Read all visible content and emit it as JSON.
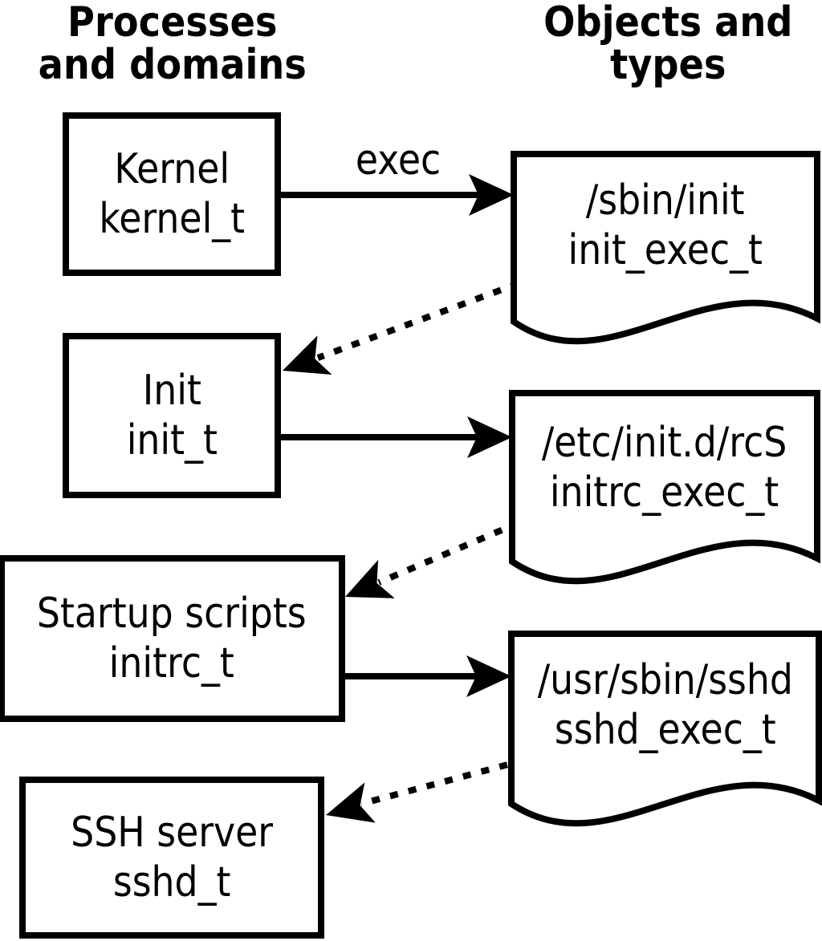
{
  "headings": {
    "left_line1": "Processes",
    "left_line2": "and domains",
    "right_line1": "Objects and",
    "right_line2": "types"
  },
  "edge_label": "exec",
  "processes": [
    {
      "name": "Kernel",
      "type": "kernel_t"
    },
    {
      "name": "Init",
      "type": "init_t"
    },
    {
      "name": "Startup scripts",
      "type": "initrc_t"
    },
    {
      "name": "SSH server",
      "type": "sshd_t"
    }
  ],
  "objects": [
    {
      "path": "/sbin/init",
      "type": "init_exec_t"
    },
    {
      "path": "/etc/init.d/rcS",
      "type": "initrc_exec_t"
    },
    {
      "path": "/usr/sbin/sshd",
      "type": "sshd_exec_t"
    }
  ],
  "relations": [
    {
      "from": "kernel_t",
      "via": "exec",
      "object": "init_exec_t",
      "transitions_to": "init_t",
      "style": "solid-then-dotted"
    },
    {
      "from": "init_t",
      "via": "exec",
      "object": "initrc_exec_t",
      "transitions_to": "initrc_t",
      "style": "solid-then-dotted"
    },
    {
      "from": "initrc_t",
      "via": "exec",
      "object": "sshd_exec_t",
      "transitions_to": "sshd_t",
      "style": "solid-then-dotted"
    }
  ],
  "colors": {
    "ink": "#000000",
    "paper": "#ffffff"
  }
}
